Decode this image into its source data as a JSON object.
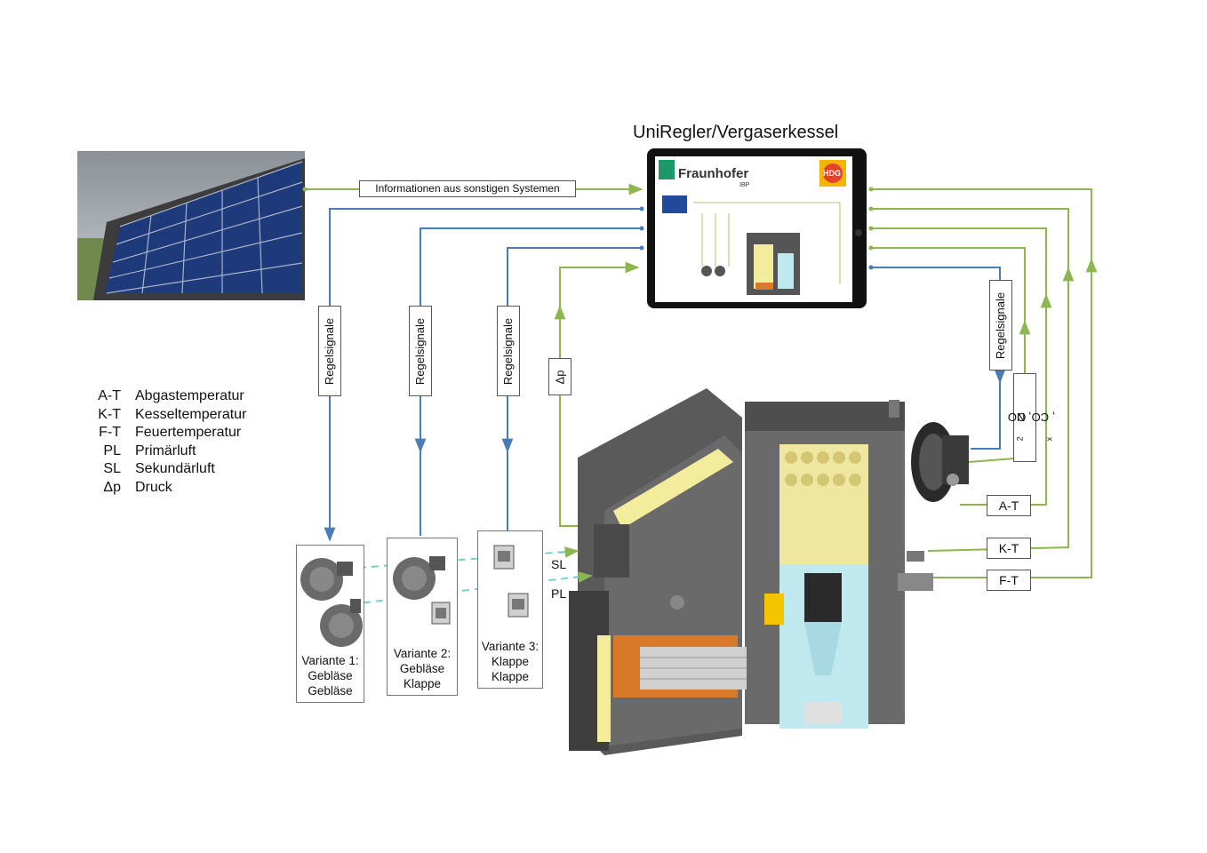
{
  "title": "UniRegler/Vergaserkessel",
  "info_label": "Informationen aus sonstigen Systemen",
  "tablet": {
    "logo_text": "Fraunhofer",
    "logo_sub": "IBP",
    "badge_text": "HDG"
  },
  "regelsignale_label": "Regelsignale",
  "dp_label": "Δp",
  "gas_label_main": "O",
  "gas_label_rest": ", CO, NO",
  "sensors": {
    "at": "A-T",
    "kt": "K-T",
    "ft": "F-T"
  },
  "air": {
    "sl": "SL",
    "pl": "PL"
  },
  "legend": [
    {
      "abbr": "A-T",
      "text": "Abgastemperatur"
    },
    {
      "abbr": "K-T",
      "text": "Kesseltemperatur"
    },
    {
      "abbr": "F-T",
      "text": "Feuertemperatur"
    },
    {
      "abbr": "PL",
      "text": "Primärluft"
    },
    {
      "abbr": "SL",
      "text": "Sekundärluft"
    },
    {
      "abbr": "Δp",
      "text": "Druck"
    }
  ],
  "variants": [
    {
      "line1": "Variante 1:",
      "line2": "Gebläse",
      "line3": "Gebläse"
    },
    {
      "line1": "Variante 2:",
      "line2": "Gebläse",
      "line3": "Klappe"
    },
    {
      "line1": "Variante 3:",
      "line2": "Klappe",
      "line3": "Klappe"
    }
  ],
  "colors": {
    "green": "#8db650",
    "blue": "#4a7cb5",
    "boiler_dark": "#5a5a5a",
    "insulation": "#f3ec9c",
    "water": "#bfe8ef",
    "grate": "#d87a2a"
  }
}
